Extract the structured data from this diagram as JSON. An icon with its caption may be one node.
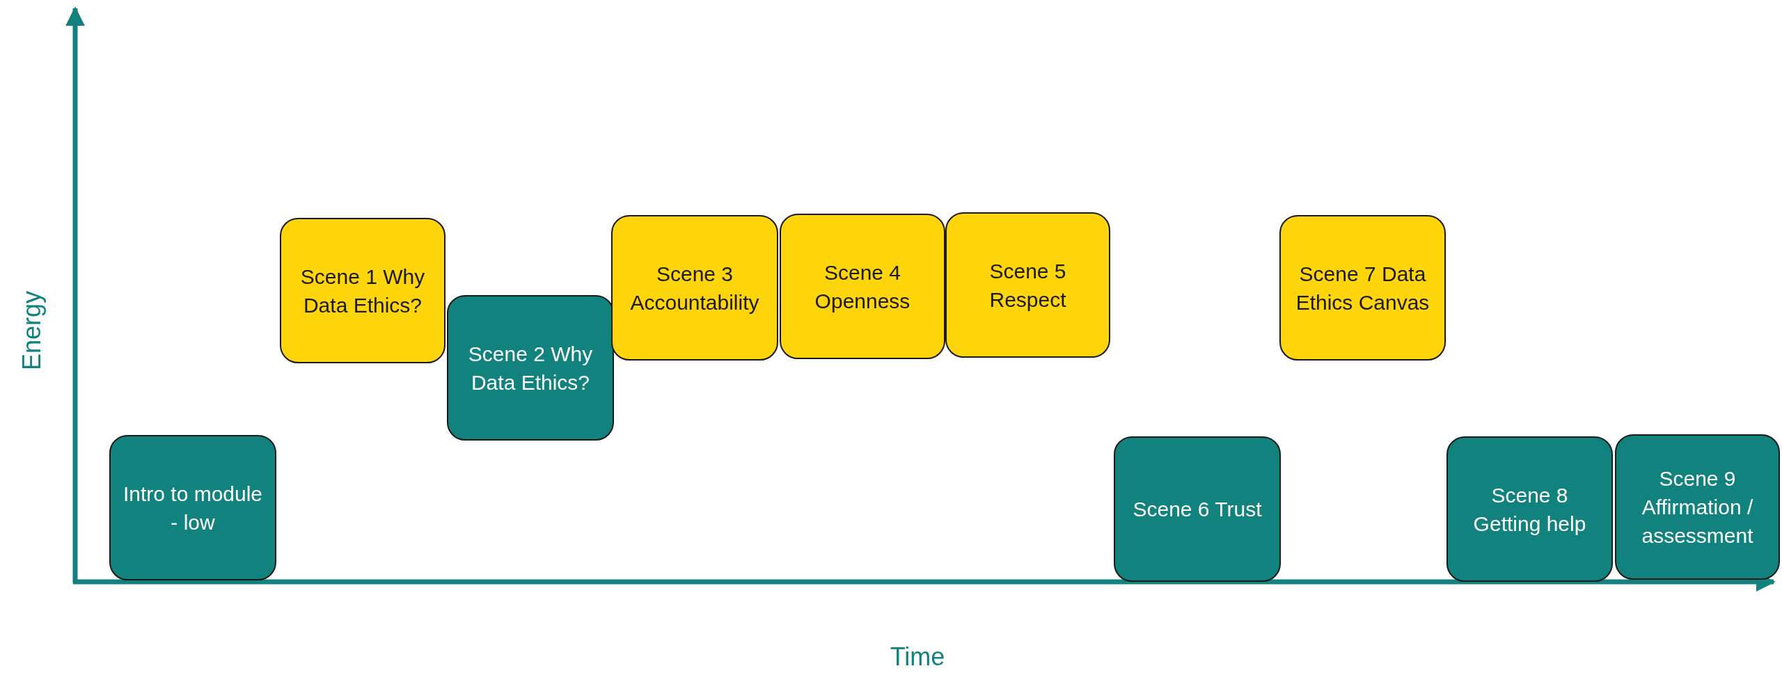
{
  "diagram": {
    "nodes": [
      {
        "text": [
          "Intro to module - low"
        ]
      },
      {
        "text": [
          "Scene 1 Why Data Ethics?"
        ]
      },
      {
        "text": [
          "Scene 2 Why Data Ethics?"
        ]
      },
      {
        "text": [
          "Scene 3 Accountability"
        ]
      },
      {
        "text": [
          "Scene 4 Openness"
        ]
      },
      {
        "text": [
          "Scene 5 Respect"
        ]
      },
      {
        "text": [
          "Scene 6 Trust"
        ]
      },
      {
        "text": [
          "Scene 7 Data Ethics Canvas"
        ]
      },
      {
        "text": [
          "Scene 8 Getting help"
        ]
      },
      {
        "text": [
          "Scene 9 Affirmation / assessment"
        ]
      }
    ],
    "labels": [
      "Energy",
      "Time"
    ]
  }
}
